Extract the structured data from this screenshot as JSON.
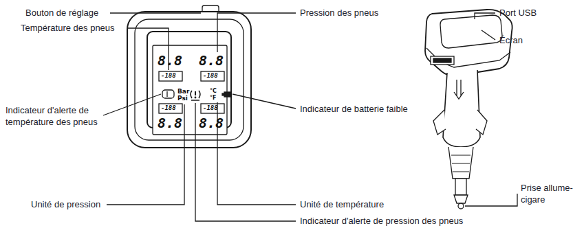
{
  "diagram": {
    "labels": [
      "Bouton de réglage",
      "Température des pneus",
      "Indicateur d'alerte de température des pneus",
      "Unité de pression",
      "Pression des pneus",
      "Indicateur de batterie faible",
      "Unité de température",
      "Indicateur d'alerte de pression des pneus",
      "Port USB",
      "Écran",
      "Prise allume-cigare",
      "8.8",
      "8.8",
      "-188",
      "-188",
      "Bar",
      "Psi",
      "°C",
      "°F",
      "-188",
      "-188",
      "8.8",
      "8.8"
    ]
  }
}
